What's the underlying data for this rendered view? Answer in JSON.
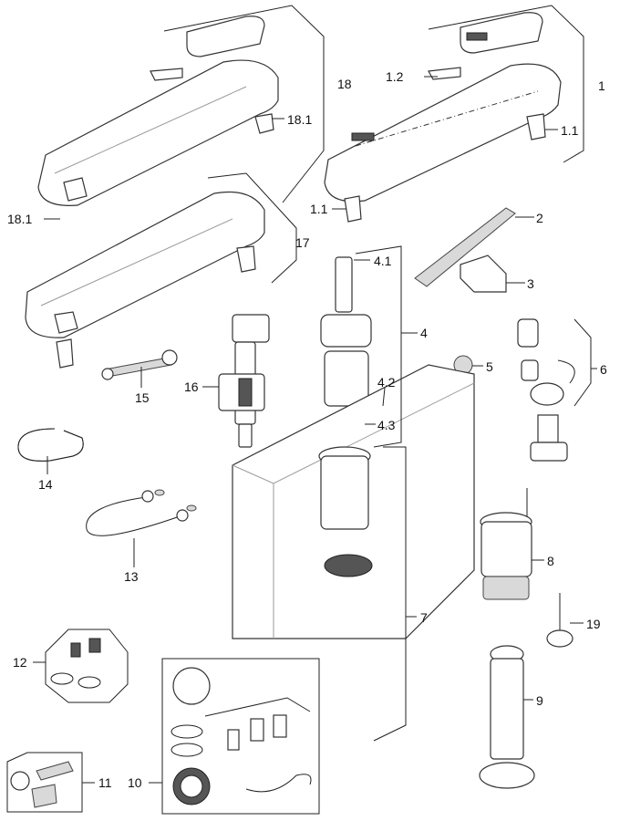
{
  "labels": {
    "l1": "1",
    "l1_1a": "1.1",
    "l1_1b": "1.1",
    "l1_2": "1.2",
    "l2": "2",
    "l3": "3",
    "l4": "4",
    "l4_1": "4.1",
    "l4_2": "4.2",
    "l4_3": "4.3",
    "l5": "5",
    "l6": "6",
    "l7": "7",
    "l8": "8",
    "l9": "9",
    "l10": "10",
    "l11": "11",
    "l12": "12",
    "l13": "13",
    "l14": "14",
    "l15": "15",
    "l16": "16",
    "l17": "17",
    "l18": "18",
    "l18_1a": "18.1",
    "l18_1b": "18.1",
    "l19": "19"
  }
}
